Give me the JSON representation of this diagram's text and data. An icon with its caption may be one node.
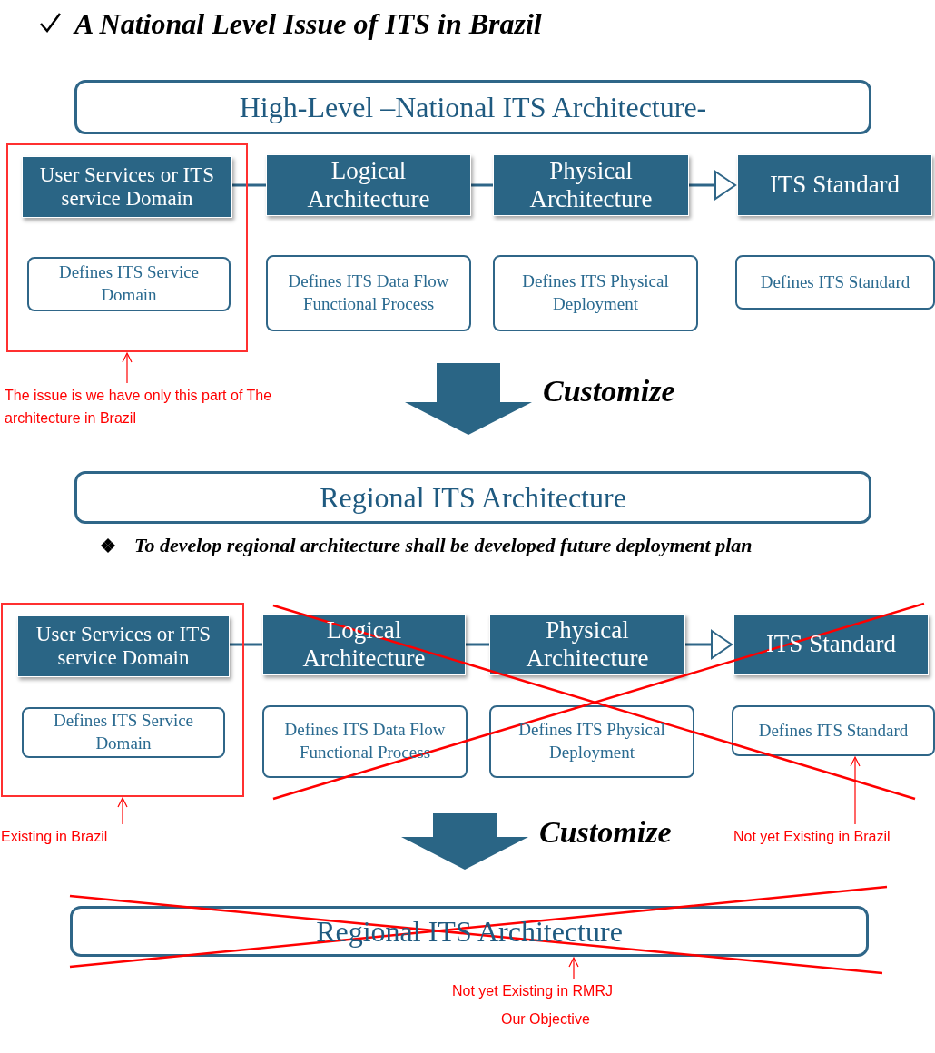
{
  "diagram": {
    "title": "A National Level Issue of ITS in Brazil",
    "nodes": [
      {
        "text": [
          "High-Level –National ITS Architecture-"
        ]
      },
      {
        "text": [],
        "shape": "box"
      },
      {
        "text": [
          "User Services or ITS service Domain"
        ],
        "in": 1
      },
      {
        "text": [
          "Defines ITS Service Domain"
        ],
        "in": 1
      },
      {
        "text": [
          "Logical Architecture"
        ]
      },
      {
        "text": [
          "Defines ITS Data Flow Functional  Process"
        ]
      },
      {
        "text": [
          "Physical Architecture"
        ]
      },
      {
        "text": [
          "Defines ITS Physical Deployment"
        ]
      },
      {
        "text": [
          "ITS Standard"
        ]
      },
      {
        "text": [
          "Defines ITS Standard"
        ]
      },
      {
        "text": [
          "The issue is we have only this part of The architecture  in Brazil"
        ]
      },
      {
        "text": [
          "Regional ITS Architecture"
        ]
      },
      {
        "text": [],
        "shape": "box"
      },
      {
        "text": [
          "User Services or ITS service Domain"
        ],
        "in": 12
      },
      {
        "text": [
          "Defines ITS Service Domain"
        ],
        "in": 12
      },
      {
        "text": [
          "Logical Architecture"
        ]
      },
      {
        "text": [
          "Defines ITS Data Flow Functional  Process"
        ]
      },
      {
        "text": [
          "Physical Architecture"
        ]
      },
      {
        "text": [
          "Defines ITS Physical Deployment"
        ]
      },
      {
        "text": [
          "ITS Standard"
        ]
      },
      {
        "text": [
          "Defines ITS Standard"
        ]
      },
      {
        "text": [
          "Existing in Brazil"
        ]
      },
      {
        "text": [
          "Not yet Existing in Brazil"
        ]
      },
      {
        "text": [
          "Regional ITS Architecture"
        ]
      },
      {
        "text": [
          "Not yet Existing in RMRJ"
        ]
      }
    ],
    "edges": [
      {
        "from": 2,
        "to": 4,
        "arrow": "none"
      },
      {
        "from": 4,
        "to": 6,
        "arrow": "none"
      },
      {
        "from": 6,
        "to": 8,
        "arrow": "to"
      },
      {
        "from": 10,
        "to": 1,
        "arrow": "to",
        "color": "#ff0000"
      },
      {
        "from": null,
        "to": 11,
        "arrow": "to",
        "label": "Customize",
        "style": "thick"
      },
      {
        "from": 13,
        "to": 15,
        "arrow": "none"
      },
      {
        "from": 15,
        "to": 17,
        "arrow": "none"
      },
      {
        "from": 17,
        "to": 19,
        "arrow": "to"
      },
      {
        "from": 21,
        "to": 12,
        "arrow": "to",
        "color": "#ff0000"
      },
      {
        "from": 22,
        "to": 20,
        "arrow": "to",
        "color": "#ff0000"
      },
      {
        "from": null,
        "to": 23,
        "arrow": "to",
        "label": "Customize",
        "style": "thick"
      },
      {
        "from": 24,
        "to": 23,
        "arrow": "to",
        "color": "#ff0000"
      }
    ],
    "labels": [
      "To develop regional architecture shall be developed future deployment plan",
      "Our Objective"
    ]
  }
}
